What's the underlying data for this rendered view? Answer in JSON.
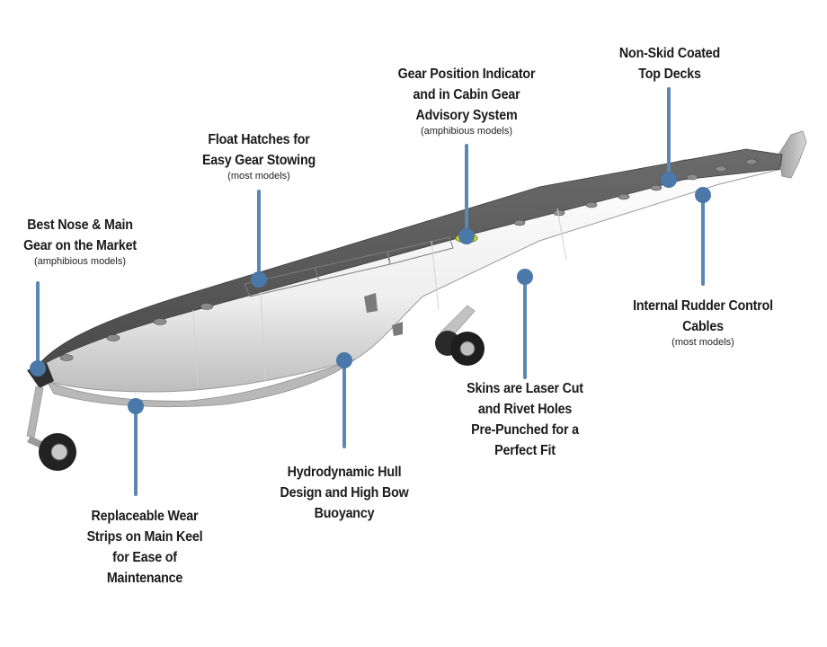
{
  "callouts": {
    "nose_gear": {
      "title": "Best Nose & Main\nGear on the Market",
      "note": "(amphibious models)"
    },
    "float_hatches": {
      "title": "Float Hatches for\nEasy Gear Stowing",
      "note": "(most models)"
    },
    "gear_indicator": {
      "title": "Gear Position Indicator\nand in Cabin Gear\nAdvisory System",
      "note": "(amphibious models)"
    },
    "top_decks": {
      "title": "Non-Skid Coated\nTop Decks"
    },
    "rudder_cables": {
      "title": "Internal Rudder Control\nCables",
      "note": "(most models)"
    },
    "skins": {
      "title": "Skins are Laser Cut\nand Rivet Holes\nPre-Punched for a\nPerfect Fit"
    },
    "hull": {
      "title": "Hydrodynamic Hull\nDesign and High Bow\nBuoyancy"
    },
    "wear_strips": {
      "title": "Replaceable Wear\nStrips on Main Keel\nfor Ease of\nMaintenance"
    }
  },
  "colors": {
    "callout_line": "#5b87b3",
    "callout_dot": "#4a78a8",
    "deck": "#5a5a5a",
    "hull": "#f1f1f1",
    "rubber": "#2a2a2a",
    "indicator": "#d8e21c"
  },
  "icons": [
    "float-illustration",
    "nose-gear-wheel",
    "main-gear-wheel",
    "rudder-fin"
  ]
}
